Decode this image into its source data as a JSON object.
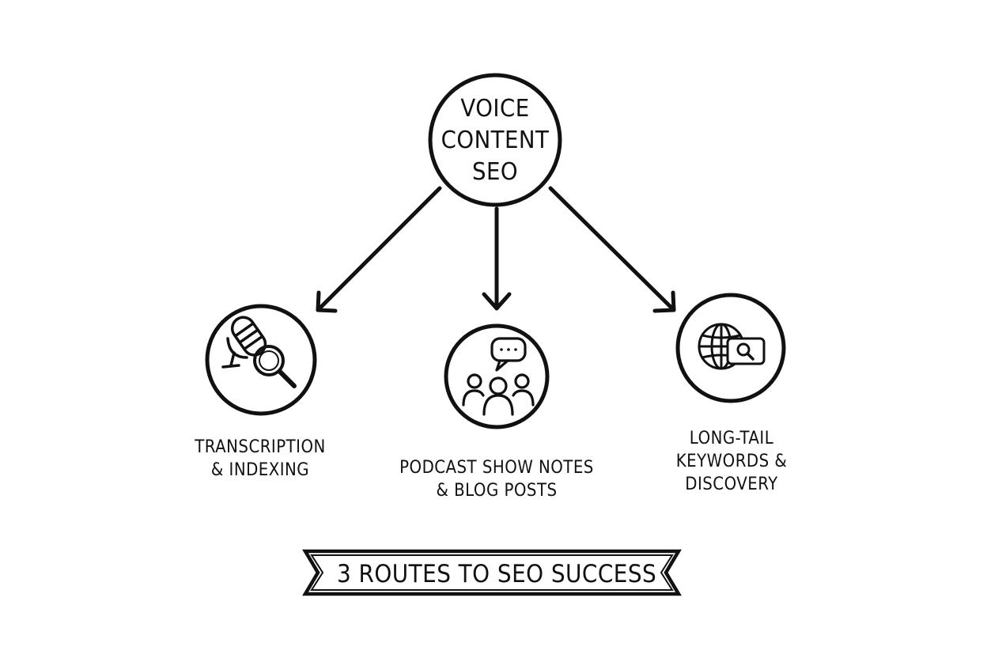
{
  "center": {
    "lines": [
      "VOICE",
      "CONTENT",
      "SEO"
    ]
  },
  "routes": [
    {
      "id": "transcription",
      "icon": "microphone-magnifier-icon",
      "lines": [
        "TRANSCRIPTION",
        "& INDEXING"
      ]
    },
    {
      "id": "podcast",
      "icon": "people-chat-bubble-icon",
      "lines": [
        "PODCAST SHOW NOTES",
        "& BLOG POSTS"
      ]
    },
    {
      "id": "longtail",
      "icon": "globe-search-icon",
      "lines": [
        "LONG-TAIL",
        "KEYWORDS &",
        "DISCOVERY"
      ]
    }
  ],
  "banner": {
    "text": "3 ROUTES TO SEO SUCCESS"
  },
  "colors": {
    "ink": "#111111",
    "background": "#ffffff"
  }
}
